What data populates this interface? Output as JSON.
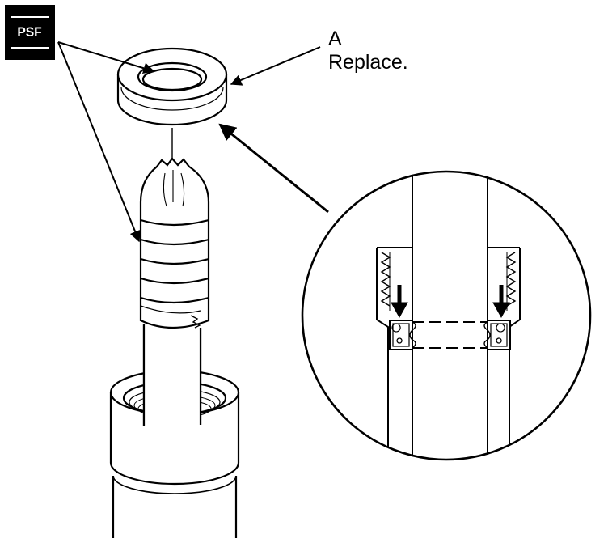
{
  "badge": {
    "text": "PSF"
  },
  "callout": {
    "letter": "A",
    "note": "Replace."
  },
  "colors": {
    "ink": "#000000",
    "paper": "#ffffff"
  }
}
